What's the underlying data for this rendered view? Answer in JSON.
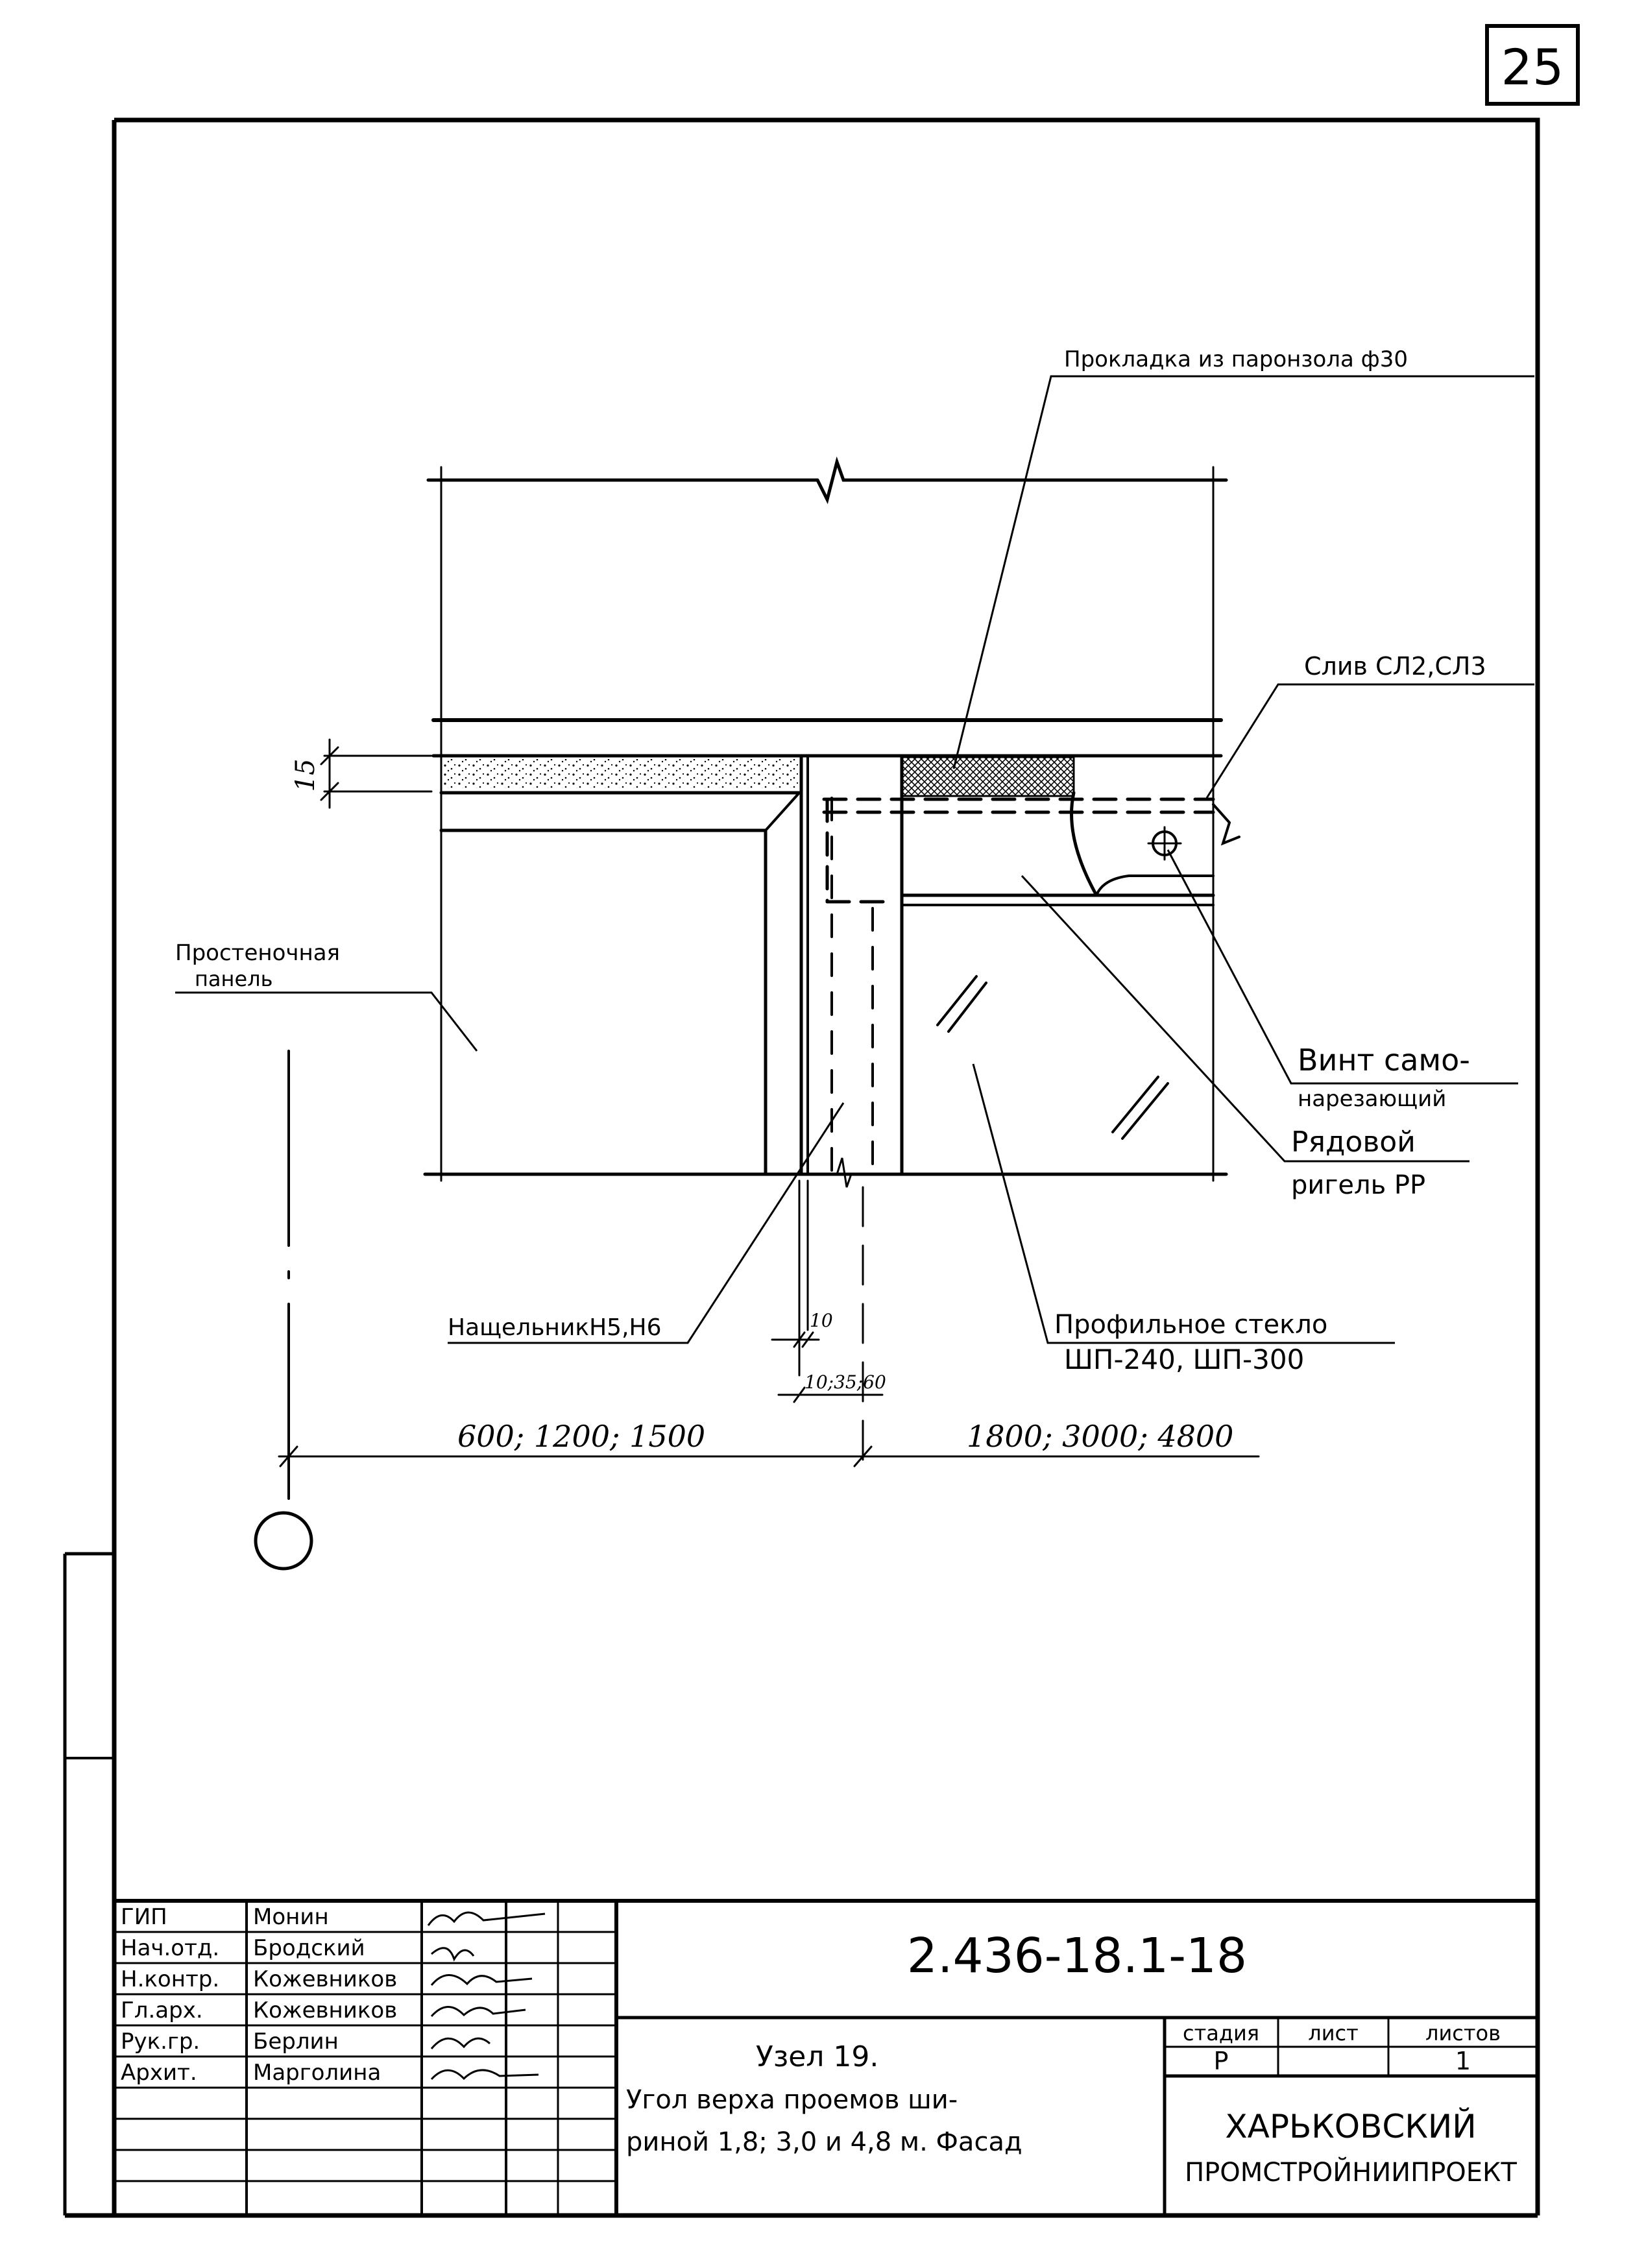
{
  "sheet": {
    "number": "25"
  },
  "callouts": {
    "gasket": "Прокладка из паронзола ф30",
    "drip": "Слив СЛ2,СЛ3",
    "pier_panel_line1": "Простеночная",
    "pier_panel_line2": "панель",
    "screw_line1": "Винт само-",
    "screw_line2": "нарезающий",
    "rail_line1": "Рядовой",
    "rail_line2": "ригель РР",
    "cover_strip": "НащельникН5,Н6",
    "glass_line1": "Профильное стекло",
    "glass_line2": "ШП-240, ШП-300"
  },
  "dimensions": {
    "gasket_thickness": "15",
    "strip_gap": "10",
    "strip_breakdown": "10;35;60",
    "left_spans": "600; 1200; 1500",
    "right_spans": "1800; 3000; 4800"
  },
  "title_block": {
    "doc_code": "2.436-18.1-18",
    "title_line1": "Узел 19.",
    "title_line2": "Угол верха проемов ши-",
    "title_line3": "риной 1,8; 3,0 и 4,8 м. Фасад",
    "org_line1": "ХАРЬКОВСКИЙ",
    "org_line2": "ПРОМСТРОЙНИИПРОЕКТ",
    "col_stage": "стадия",
    "col_sheet": "лист",
    "col_sheets": "листов",
    "stage_value": "Р",
    "sheet_value": "",
    "sheets_value": "1",
    "staff": [
      {
        "role": "ГИП",
        "name": "Монин"
      },
      {
        "role": "Нач.отд.",
        "name": "Бродский"
      },
      {
        "role": "Н.контр.",
        "name": "Кожевников"
      },
      {
        "role": "Гл.арх.",
        "name": "Кожевников"
      },
      {
        "role": "Рук.гр.",
        "name": "Берлин"
      },
      {
        "role": "Архит.",
        "name": "Марголина"
      }
    ]
  }
}
